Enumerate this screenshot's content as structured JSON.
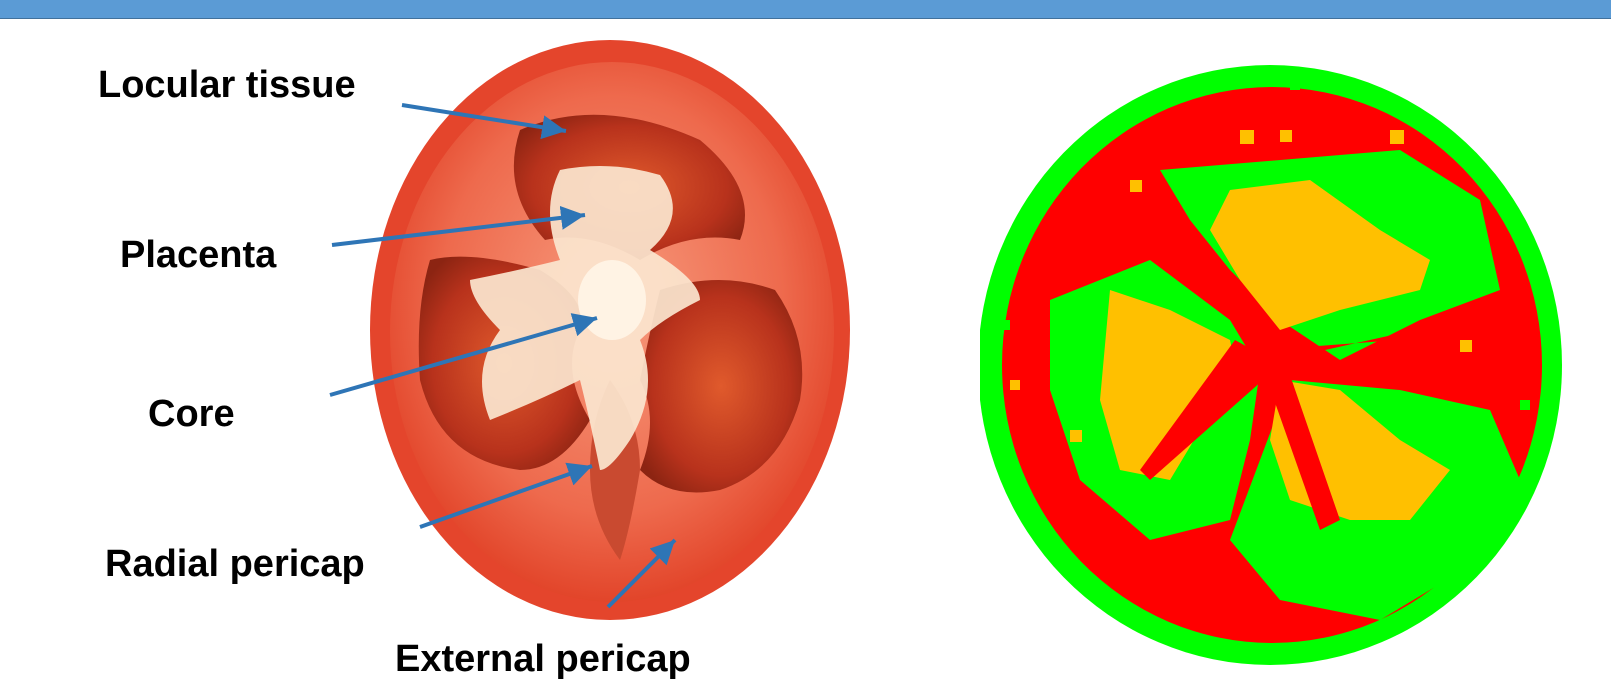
{
  "labels": {
    "locular_tissue": "Locular tissue",
    "placenta": "Placenta",
    "core": "Core",
    "radial_pericap": "Radial pericap",
    "external_pericap": "External pericap"
  },
  "colors": {
    "header_bar": "#5b9bd5",
    "arrow": "#2e75b6",
    "segment_pericarp": "#ff0000",
    "segment_locular": "#00ff00",
    "segment_placenta": "#ffc000",
    "tomato_skin": "#e8492e",
    "tomato_flesh": "#f06a4f"
  }
}
